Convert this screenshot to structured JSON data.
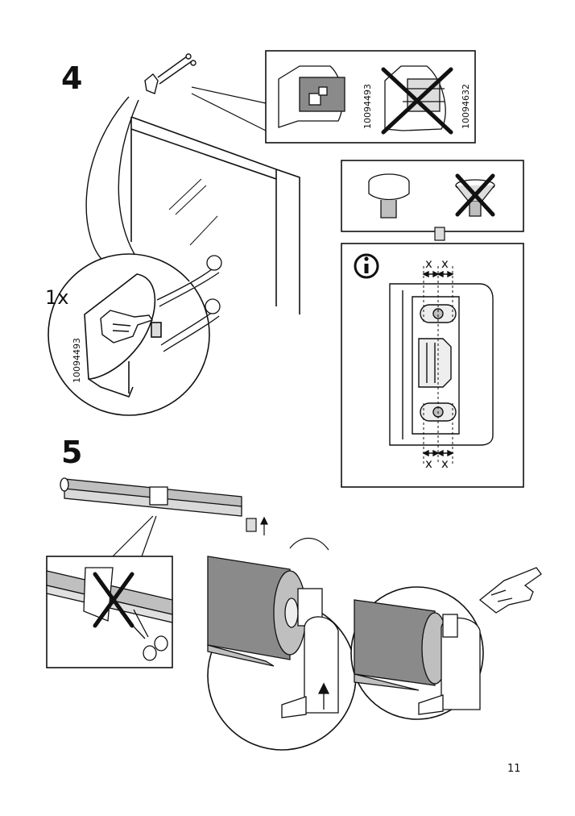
{
  "page": {
    "number": "11"
  },
  "step4": {
    "number": "4",
    "quantity": "1x",
    "bracket_part_no": "10094493",
    "detail_part_ok": "10094493",
    "detail_part_wrong": "10094632"
  },
  "info_box": {
    "icon": "info-icon",
    "dimension_label": "x"
  },
  "step5": {
    "number": "5"
  },
  "colors": {
    "ink": "#111111",
    "shade": "#bfbfbf",
    "dark_shade": "#8a8a8a"
  }
}
